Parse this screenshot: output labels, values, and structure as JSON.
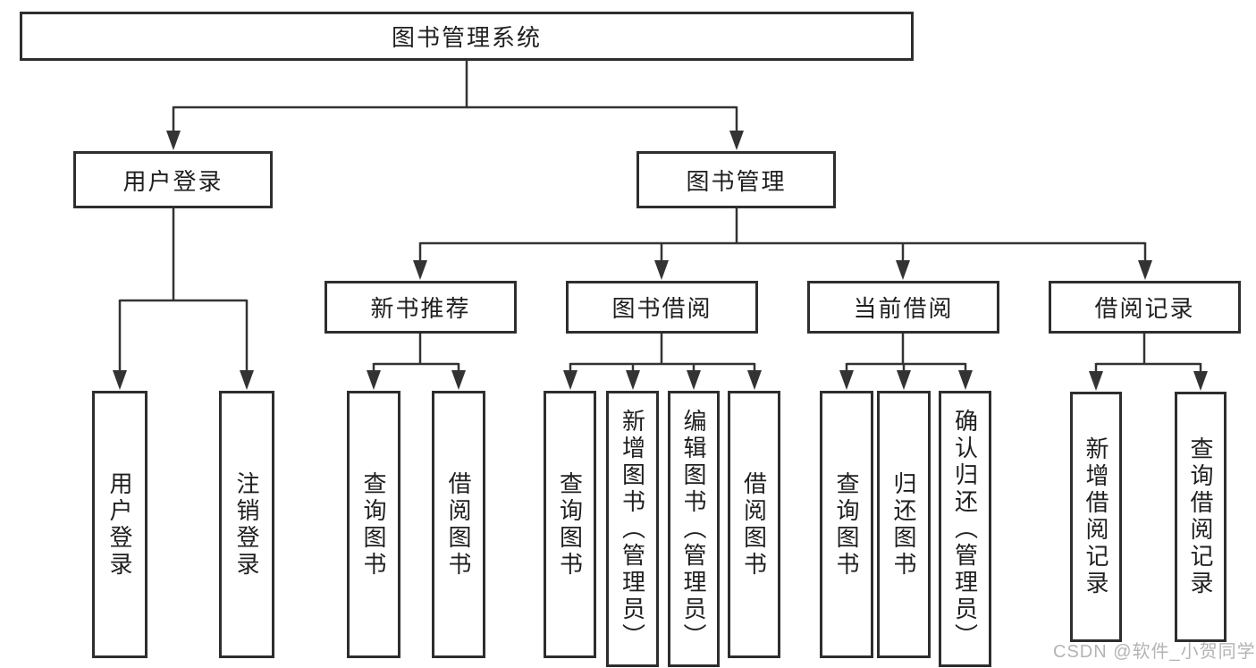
{
  "tree": {
    "label": "图书管理系统",
    "children": [
      {
        "label": "用户登录",
        "children": [
          {
            "label": "用户登录"
          },
          {
            "label": "注销登录"
          }
        ]
      },
      {
        "label": "图书管理",
        "children": [
          {
            "label": "新书推荐",
            "children": [
              {
                "label": "查询图书"
              },
              {
                "label": "借阅图书"
              }
            ]
          },
          {
            "label": "图书借阅",
            "children": [
              {
                "label": "查询图书"
              },
              {
                "label": "新增图书（管理员）"
              },
              {
                "label": "编辑图书（管理员）"
              },
              {
                "label": "借阅图书"
              }
            ]
          },
          {
            "label": "当前借阅",
            "children": [
              {
                "label": "查询图书"
              },
              {
                "label": "归还图书"
              },
              {
                "label": "确认归还（管理员）"
              }
            ]
          },
          {
            "label": "借阅记录",
            "children": [
              {
                "label": "新增借阅记录"
              },
              {
                "label": "查询借阅记录"
              }
            ]
          }
        ]
      }
    ]
  },
  "watermark": {
    "text": "CSDN @软件_小贺同学"
  },
  "colors": {
    "line": "#333333",
    "box_border": "#2e2e2e",
    "box_bg": "#ffffff",
    "text": "#1f1f1f",
    "watermark": "#b4b4b4"
  }
}
